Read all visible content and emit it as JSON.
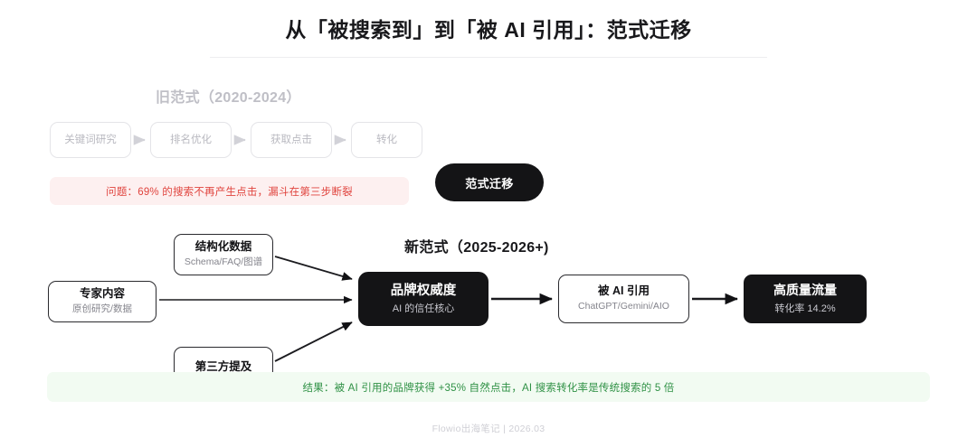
{
  "page": {
    "title": "从「被搜索到」到「被 AI 引用」：范式迁移",
    "footer": "Flowio出海笔记 | 2026.03"
  },
  "old_paradigm": {
    "heading": "旧范式（2020-2024）",
    "steps": [
      {
        "label": "关键词研究"
      },
      {
        "label": "排名优化"
      },
      {
        "label": "获取点击"
      },
      {
        "label": "转化"
      }
    ],
    "problem_banner": "问题：69% 的搜索不再产生点击，漏斗在第三步断裂"
  },
  "transition": {
    "pill_label": "范式迁移"
  },
  "new_paradigm": {
    "heading": "新范式（2025-2026+)",
    "inputs": [
      {
        "title": "结构化数据",
        "sub": "Schema/FAQ/图谱"
      },
      {
        "title": "专家内容",
        "sub": "原创研究/数据"
      },
      {
        "title": "第三方提及",
        "sub": ""
      }
    ],
    "core": {
      "title": "品牌权威度",
      "sub": "AI 的信任核心"
    },
    "outputs": [
      {
        "title": "被 AI 引用",
        "sub": "ChatGPT/Gemini/AIO"
      },
      {
        "title": "高质量流量",
        "sub": "转化率 14.2%"
      }
    ],
    "result_banner": "结果：被 AI 引用的品牌获得 +35% 自然点击，AI 搜索转化率是传统搜索的 5 倍"
  },
  "colors": {
    "ink": "#141416",
    "muted": "#b9b9c0",
    "problem_text": "#e0443e",
    "problem_bg": "#fdf0f0",
    "result_text": "#2f9145",
    "result_bg": "#f2fbf2"
  }
}
